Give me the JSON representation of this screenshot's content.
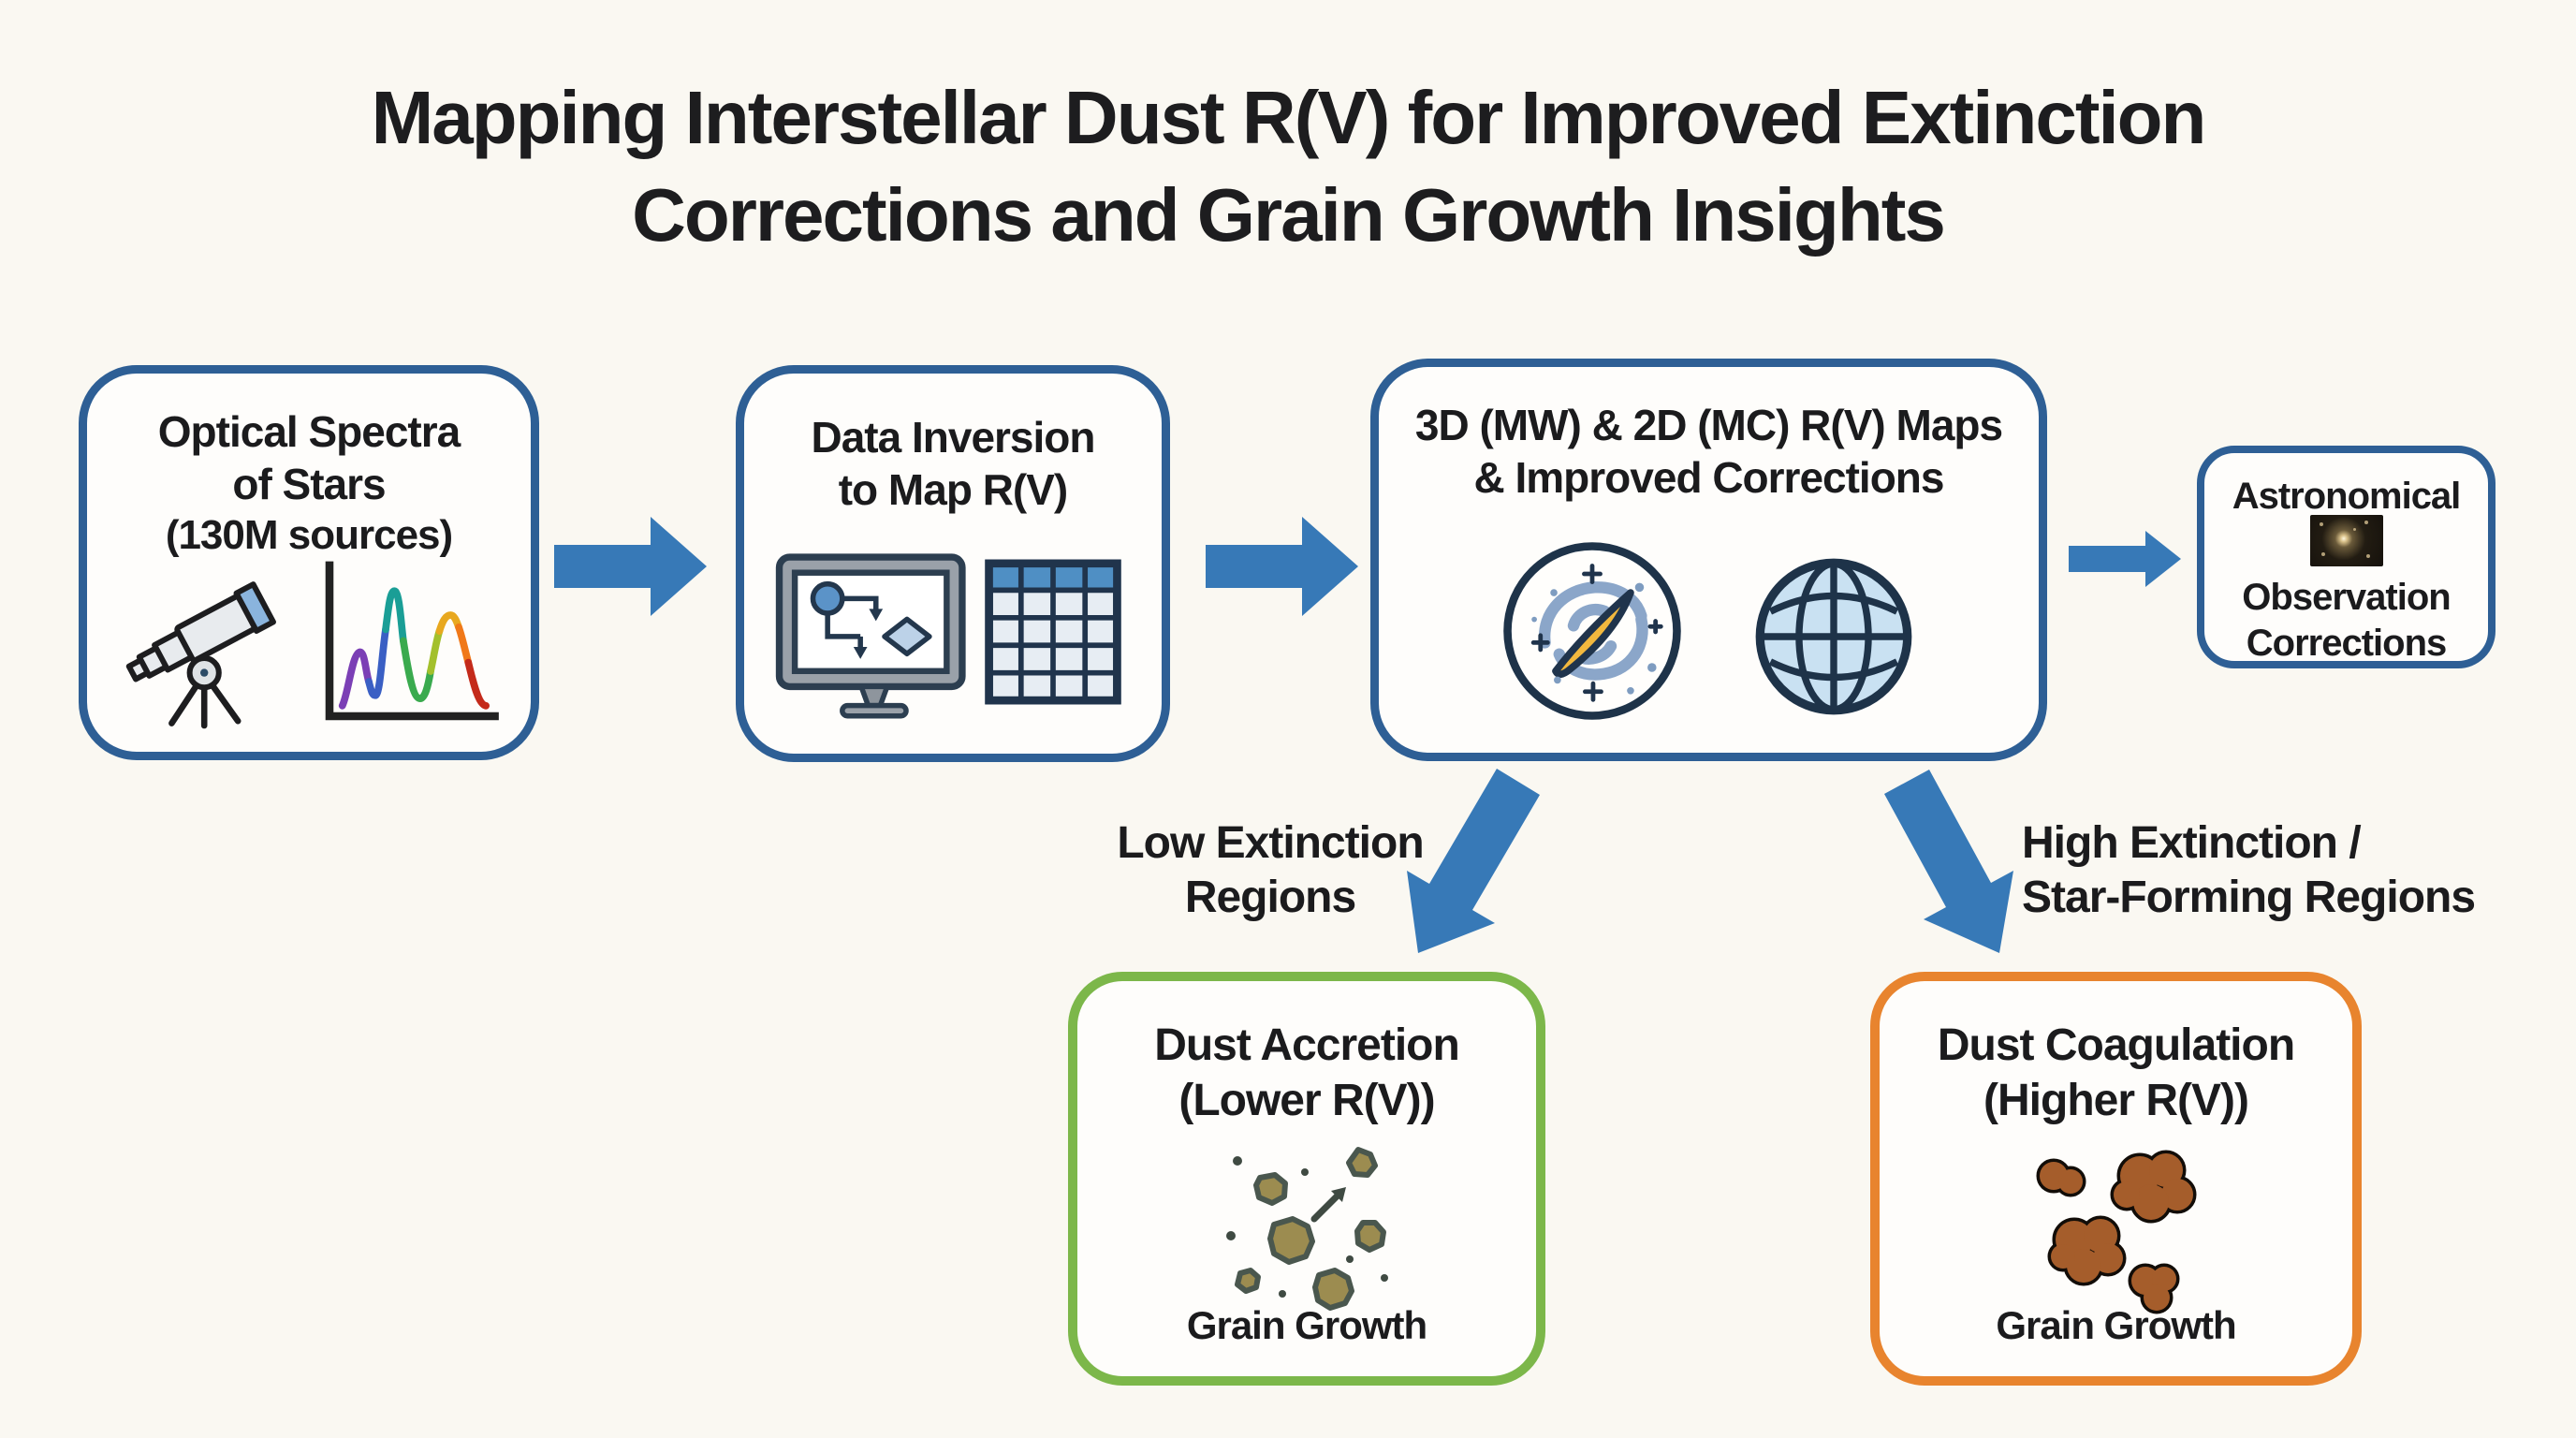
{
  "title": {
    "line1": "Mapping Interstellar Dust R(V) for Improved Extinction",
    "line2": "Corrections and Grain Growth Insights"
  },
  "pipeline": {
    "box1": {
      "line1": "Optical Spectra",
      "line2": "of Stars",
      "line3": "(130M sources)",
      "icons": [
        "telescope-icon",
        "spectrum-icon"
      ]
    },
    "box2": {
      "line1": "Data Inversion",
      "line2": "to Map R(V)",
      "icons": [
        "monitor-flowchart-icon",
        "data-table-icon"
      ]
    },
    "box3": {
      "line1": "3D (MW) & 2D (MC) R(V) Maps",
      "line2": "& Improved Corrections",
      "icons": [
        "galaxy-icon",
        "globe-icon"
      ]
    },
    "box4": {
      "line1": "Astronomical",
      "line2": "Observation",
      "line3": "Corrections",
      "icons": [
        "starfield-image"
      ]
    }
  },
  "branch_labels": {
    "left": {
      "line1": "Low Extinction",
      "line2": "Regions"
    },
    "right": {
      "line1": "High Extinction /",
      "line2": "Star-Forming Regions"
    }
  },
  "outcomes": {
    "accretion": {
      "line1": "Dust Accretion",
      "line2": "(Lower R(V))",
      "caption": "Grain Growth"
    },
    "coagulation": {
      "line1": "Dust Coagulation",
      "line2": "(Higher R(V))",
      "caption": "Grain Growth"
    }
  },
  "colors": {
    "background": "#faf8f2",
    "box_border_blue": "#2e5f95",
    "arrow_blue": "#3779b7",
    "accretion_green": "#7cb74a",
    "coagulation_orange": "#e8842e",
    "text": "#1b1b1d",
    "grain_olive": "#9c8c50",
    "clump_brown": "#a55d2b",
    "globe_fill": "#c9e1f2",
    "galaxy_core_gold": "#f2b83e"
  }
}
